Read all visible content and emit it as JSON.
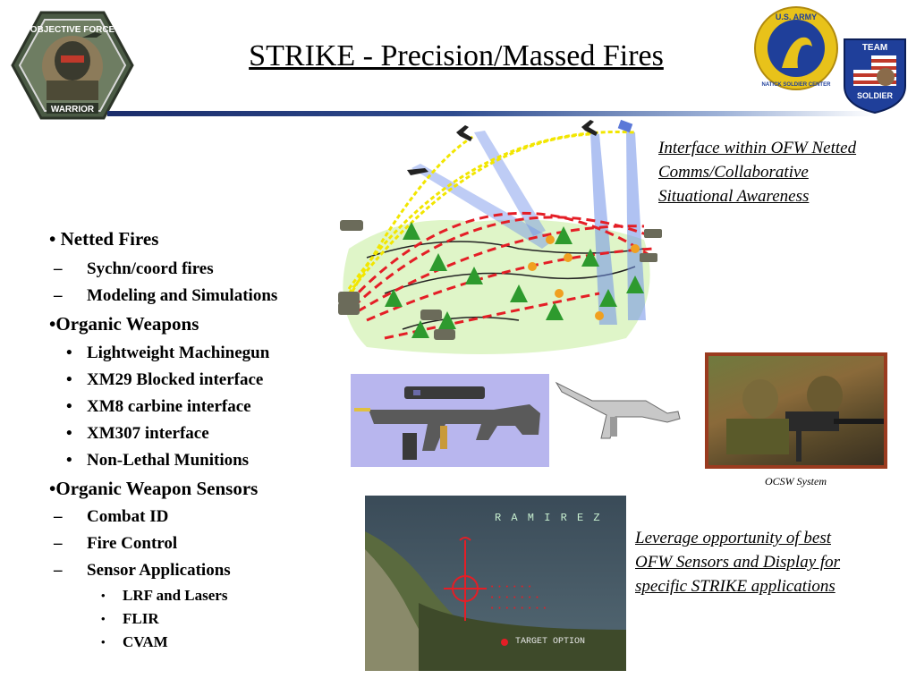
{
  "slide": {
    "title": "STRIKE - Precision/Massed Fires",
    "logo_left_text_top": "OBJECTIVE FORCE",
    "logo_left_text_bottom": "WARRIOR",
    "logo_right_text_ring": "U.S. ARMY NATICK SOLDIER CENTER",
    "logo_team_text_top": "TEAM",
    "logo_team_text_bottom": "SOLDIER"
  },
  "bullets": [
    {
      "level": 1,
      "marker": "•",
      "text": "Netted Fires"
    },
    {
      "level": 2,
      "marker": "–",
      "text": "Sychn/coord fires"
    },
    {
      "level": 2,
      "marker": "–",
      "text": "Modeling and Simulations"
    },
    {
      "level": 1,
      "marker": "•",
      "text": "Organic Weapons"
    },
    {
      "level": 2,
      "marker": "•",
      "text": "Lightweight Machinegun"
    },
    {
      "level": 2,
      "marker": "•",
      "text": "XM29 Blocked interface"
    },
    {
      "level": 2,
      "marker": "•",
      "text": "XM8 carbine interface"
    },
    {
      "level": 2,
      "marker": "•",
      "text": "XM307 interface"
    },
    {
      "level": 2,
      "marker": "•",
      "text": "Non-Lethal Munitions"
    },
    {
      "level": 1,
      "marker": "•",
      "text": "Organic Weapon Sensors"
    },
    {
      "level": 2,
      "marker": "–",
      "text": "Combat ID"
    },
    {
      "level": 2,
      "marker": "–",
      "text": "Fire Control"
    },
    {
      "level": 2,
      "marker": "–",
      "text": "Sensor Applications"
    },
    {
      "level": 3,
      "marker": "•",
      "text": "LRF and Lasers"
    },
    {
      "level": 3,
      "marker": "•",
      "text": "FLIR"
    },
    {
      "level": 3,
      "marker": "•",
      "text": "CVAM"
    }
  ],
  "callouts": {
    "interface": [
      "Interface within OFW Netted",
      "Comms/Collaborative",
      "Situational Awareness"
    ],
    "leverage": [
      "Leverage opportunity of best",
      "OFW Sensors and Display for",
      "specific STRIKE applications"
    ],
    "ocsw_caption": "OCSW System"
  },
  "hud": {
    "name": "R A M I R E Z",
    "option": "TARGET OPTION"
  },
  "colors": {
    "title_bar_dark": "#1b2d6b",
    "fires_red": "#e41e26",
    "comms_yellow": "#f2e600",
    "beam_blue": "#6f8fe8",
    "weapon_bg": "#b8b6ee",
    "photo_frame": "#9a3b1f"
  }
}
